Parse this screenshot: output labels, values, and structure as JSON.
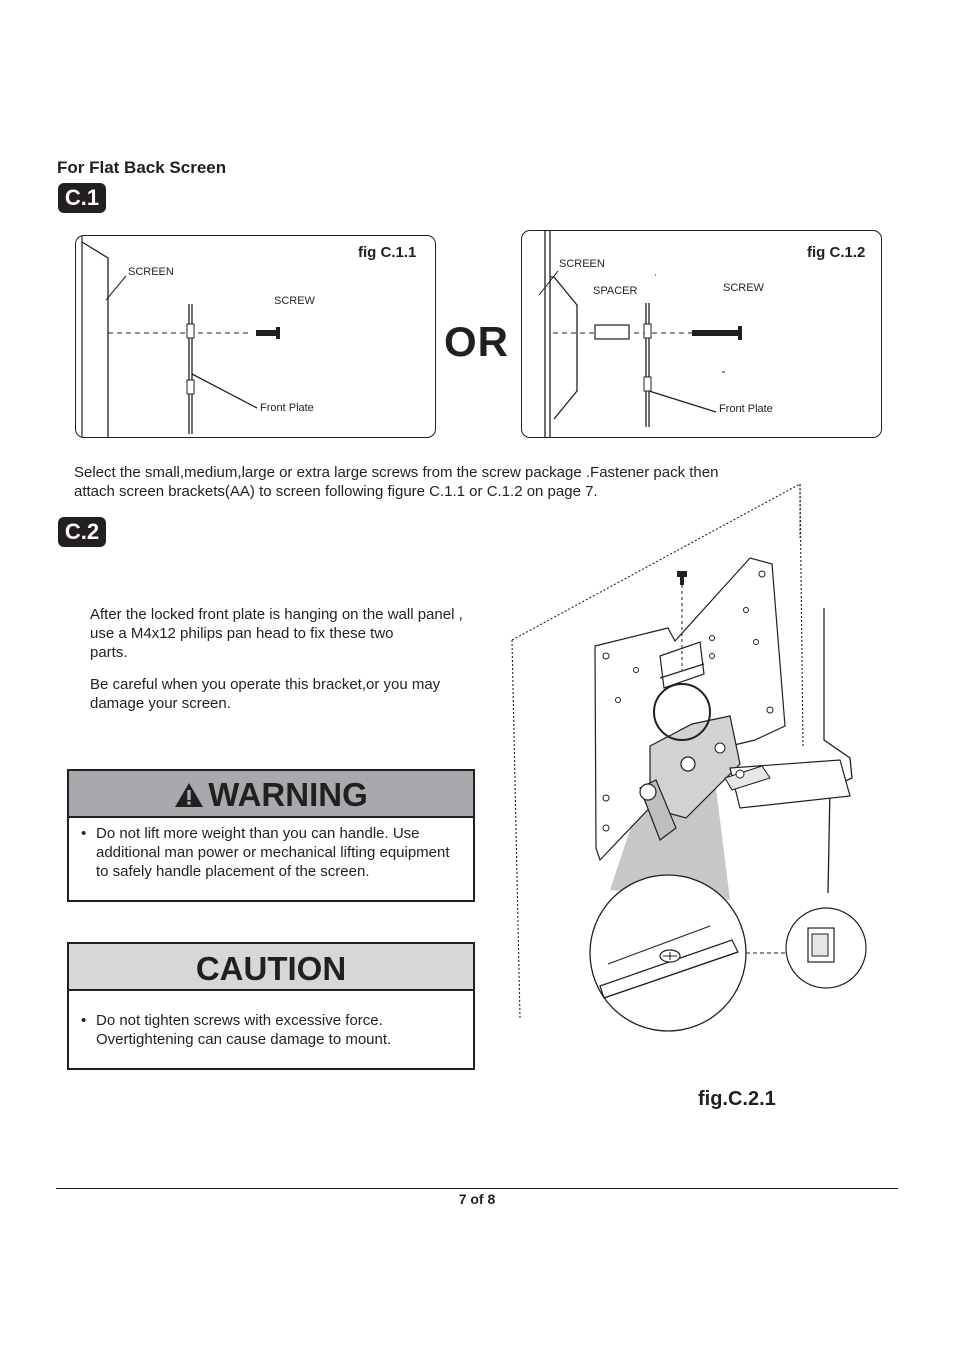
{
  "section": {
    "heading": "For Flat Back Screen"
  },
  "steps": {
    "c1": "C.1",
    "c2": "C.2"
  },
  "fig_c11": {
    "title": "fig C.1.1",
    "screen_label": "SCREEN",
    "screw_label": "SCREW",
    "front_plate_label": "Front Plate"
  },
  "or_text": "OR",
  "fig_c12": {
    "title": "fig C.1.2",
    "screen_label": "SCREEN",
    "spacer_label": "SPACER",
    "screw_label": "SCREW",
    "front_plate_label": "Front Plate"
  },
  "c1_text": {
    "line1": "Select the small,medium,large or extra large screws from the screw package .Fastener pack then",
    "line2": "attach screen brackets(AA) to screen following figure C.1.1 or C.1.2 on page 7."
  },
  "c2_text": {
    "p1_line1": "After the locked front plate is hanging on the wall panel ,",
    "p1_line2": "use a M4x12 philips pan head to fix these two",
    "p1_line3": "parts.",
    "p2_line1": "Be careful when you operate this bracket,or you may",
    "p2_line2": "damage your screen."
  },
  "warning": {
    "title": "WARNING",
    "icon": "warning-triangle-icon",
    "line1": "Do not lift more weight than you can handle. Use",
    "line2": "additional man power or mechanical lifting equipment",
    "line3": "to safely handle placement of the screen."
  },
  "caution": {
    "title": "CAUTION",
    "line1": "Do not tighten screws with excessive force.",
    "line2": "Overtightening can cause damage to mount."
  },
  "fig_c21": {
    "caption": "fig.C.2.1"
  },
  "page": {
    "number": "7 of 8"
  },
  "colors": {
    "ink": "#231f20",
    "warning_band": "#a7a9ac",
    "caution_band": "#d6d7d9",
    "beam": "#c7c8ca"
  }
}
